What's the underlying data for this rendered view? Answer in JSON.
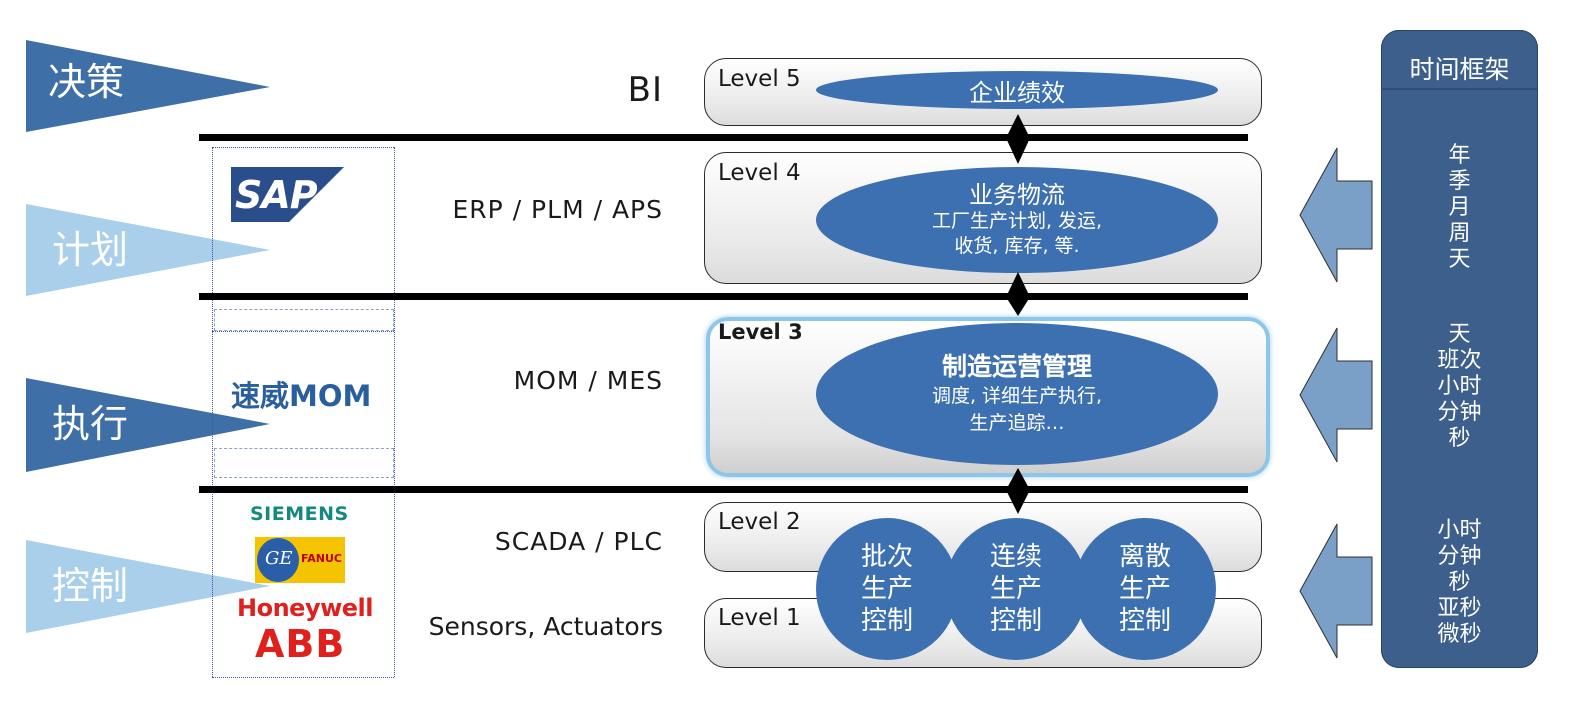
{
  "left_categories": {
    "decision": "决策",
    "plan": "计划",
    "execute": "执行",
    "control": "控制"
  },
  "systems": {
    "bi": "BI",
    "erp": "ERP / PLM / APS",
    "mom": "MOM / MES",
    "scada": "SCADA  / PLC",
    "sensors": "Sensors, Actuators"
  },
  "vendors": {
    "sap": "SAP",
    "sumway": "速威MOM",
    "siemens": "SIEMENS",
    "ge": "GE",
    "fanuc": "FANUC",
    "honeywell": "Honeywell",
    "abb": "ABB"
  },
  "levels": {
    "l5": {
      "label": "Level 5",
      "title": "企业绩效"
    },
    "l4": {
      "label": "Level 4",
      "title": "业务物流",
      "line1": "工厂生产计划, 发运,",
      "line2": "收货, 库存, 等."
    },
    "l3": {
      "label": "Level 3",
      "title": "制造运营管理",
      "line1": "调度, 详细生产执行,",
      "line2": "生产追踪…"
    },
    "l2": {
      "label": "Level 2"
    },
    "l1": {
      "label": "Level 1"
    }
  },
  "control_circles": [
    {
      "line1": "批次",
      "line2": "生产",
      "line3": "控制"
    },
    {
      "line1": "连续",
      "line2": "生产",
      "line3": "控制"
    },
    {
      "line1": "离散",
      "line2": "生产",
      "line3": "控制"
    }
  ],
  "time_frame": {
    "title": "时间框架",
    "groups": [
      [
        "年",
        "季",
        "月",
        "周",
        "天"
      ],
      [
        "天",
        "班次",
        "小时",
        "分钟",
        "秒"
      ],
      [
        "小时",
        "分钟",
        "秒",
        "亚秒",
        "微秒"
      ]
    ]
  },
  "colors": {
    "ellipse": "#3d70b0",
    "triangle_dark": "#3e6fa6",
    "triangle_light": "#a9cfea",
    "time_frame": "#3c5f8c",
    "arrow": "#7aa0c8"
  }
}
